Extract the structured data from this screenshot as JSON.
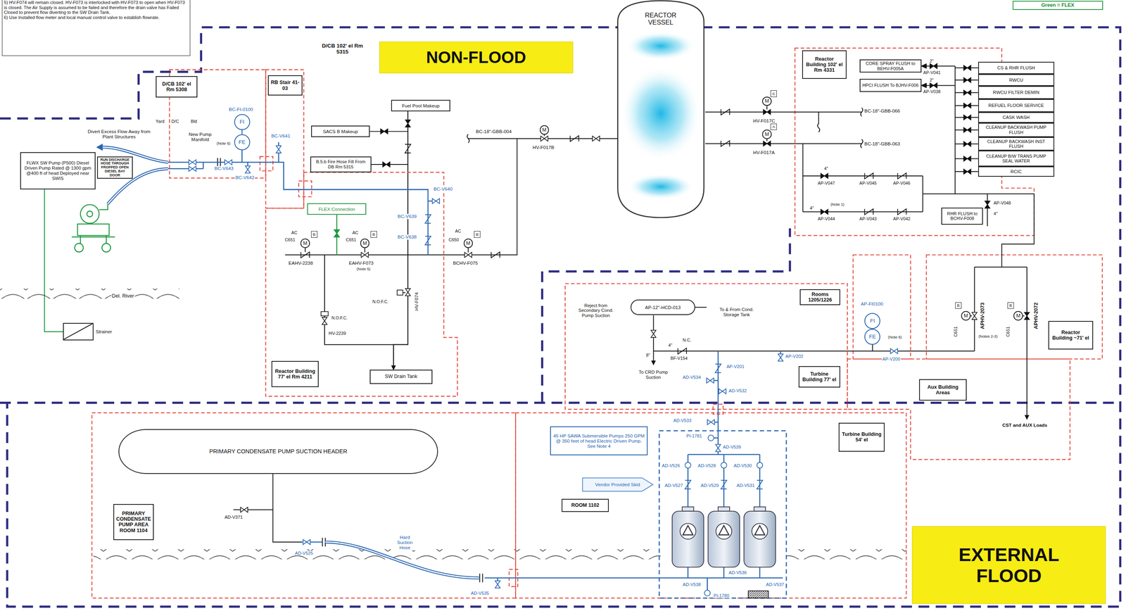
{
  "diagram": {
    "nodes": [
      {
        "text": [
          "5) HV-F074 will remain closed. HV-F073 is interlocked with HV-F073 to open when HV-F073 is closed. The Air Supply is assumed to be failed and therefore the drain valve has Failed Closed to prevent flow diverting to the SW Drain Tank.",
          "6) Use Installed flow meter and local manual control valve to establish flowrate."
        ]
      },
      {
        "text": [
          "Green = FLEX"
        ]
      },
      {
        "text": [
          "NON-FLOOD"
        ]
      },
      {
        "text": [
          "REACTOR VESSEL"
        ]
      },
      {
        "text": [
          "D/CB 102' el Rm 5308"
        ]
      },
      {
        "text": [
          "RB Stair 41-03"
        ]
      },
      {
        "text": [
          "Fuel Pool Makeup"
        ]
      },
      {
        "text": [
          "SACS B Makeup"
        ]
      },
      {
        "text": [
          "B.5.b Fire Hose Fill From DB Rm 5315"
        ]
      },
      {
        "text": [
          "FLEX Connection"
        ]
      },
      {
        "text": [
          "Reactor Building 77' el Rm 4211"
        ]
      },
      {
        "text": [
          "SW Drain Tank"
        ]
      },
      {
        "text": [
          "FLWX SW Pump (P500) Diesel Driven Pump Rated @ 1300 gpm @400 ft of head Deployed near SWIS"
        ]
      },
      {
        "text": [
          "RUN DISCHARGE HOSE THROUGH PROPPED OPEN DIESEL BAY DOOR"
        ]
      },
      {
        "text": [
          "Strainer"
        ]
      },
      {
        "text": [
          "FI"
        ]
      },
      {
        "text": [
          "FE"
        ]
      },
      {
        "text": [
          "M"
        ]
      },
      {
        "text": [
          "M"
        ]
      },
      {
        "text": [
          "B"
        ]
      },
      {
        "text": [
          "M"
        ]
      },
      {
        "text": [
          "B"
        ]
      },
      {
        "text": [
          "M"
        ]
      },
      {
        "text": [
          "B"
        ]
      },
      {
        "text": [
          "Reactor Building 102' el Rm 4331"
        ]
      },
      {
        "text": [
          "CORE SPRAY FLUSH to BEHV-F005A"
        ]
      },
      {
        "text": [
          "HPCI FLUSH To BJHV-F006"
        ]
      },
      {
        "text": [
          "M"
        ]
      },
      {
        "text": [
          "C"
        ]
      },
      {
        "text": [
          "M"
        ]
      },
      {
        "text": [
          "A"
        ]
      },
      {
        "text": [
          "RHR FLUSH to BCHV-F008"
        ]
      },
      {
        "text": [
          "CS & RHR FLUSH"
        ]
      },
      {
        "text": [
          "RWCU"
        ]
      },
      {
        "text": [
          "RWCU FILTER DEMIN"
        ]
      },
      {
        "text": [
          "REFUEL FLOOR SERVICE"
        ]
      },
      {
        "text": [
          "CASK WASH"
        ]
      },
      {
        "text": [
          "CLEANUP BACKWASH PUMP FLUSH"
        ]
      },
      {
        "text": [
          "CLEANUP BACKWASH INST FLUSH"
        ]
      },
      {
        "text": [
          "CLEANUP B/W TRANS PUMP SEAL WATER"
        ]
      },
      {
        "text": [
          "RCIC"
        ]
      },
      {
        "text": [
          "Rooms 1205/1226"
        ]
      },
      {
        "text": [
          "AP-12\"-HCD-013"
        ]
      },
      {
        "text": [
          "Turbine Building 77' el"
        ]
      },
      {
        "text": [
          "FI"
        ]
      },
      {
        "text": [
          "FE"
        ]
      },
      {
        "text": [
          "M"
        ]
      },
      {
        "text": [
          "B"
        ]
      },
      {
        "text": [
          "M"
        ]
      },
      {
        "text": [
          "B"
        ]
      },
      {
        "text": [
          "Reactor Building ~71' el"
        ]
      },
      {
        "text": [
          "Aux Building Areas"
        ]
      },
      {
        "text": [
          "EXTERNAL FLOOD"
        ]
      },
      {
        "text": [
          "PRIMARY CONDENSATE PUMP SUCTION HEADER"
        ]
      },
      {
        "text": [
          "PRIMARY CONDENSATE PUMP AREA ROOM 1104"
        ]
      },
      {
        "text": [
          "Turbine Building 54' el"
        ]
      },
      {
        "text": [
          "45 HP SAWA Submersible Pumps 250 GPM @ 350 feet of head Electric Driven Pump. See Note 4"
        ]
      },
      {
        "text": [
          "Vendor Provided Skid"
        ]
      },
      {
        "text": [
          "ROOM 1102"
        ]
      }
    ],
    "edges": [
      {
        "from": 14,
        "to": 12,
        "arrow": "none"
      },
      {
        "from": 15,
        "to": 16,
        "arrow": "none"
      },
      {
        "from": 44,
        "to": 45,
        "arrow": "none"
      },
      {
        "from": 6,
        "to": 11,
        "arrow": "to"
      }
    ],
    "labels": [
      "D/CB 102' el Rm 5315",
      "Yard",
      "D/C",
      "Bld",
      "Divert Excess Flow Away from Plant Structures",
      "New Pump Manifold",
      "(Note 6)",
      "BC-V643",
      "BC-V642",
      "BC-FI-0100",
      "BC-V641",
      "BC-V640",
      "BC-V639",
      "BC-V638",
      "Del. River",
      "AC",
      "C651",
      "EAHV-2238",
      "AC",
      "C651",
      "EAHV-F073",
      "(Note 5)",
      "AC",
      "C650",
      "BCHV-F075",
      "N.O.F.C.",
      "HV-2239",
      "N.O.F.C.",
      "HV-F074",
      "BC-18\"-GBB-004",
      "HV-F017B",
      "HV-F017C",
      "HV-F017A",
      "BC-18\"-GBB-066",
      "BC-18\"-GBB-063",
      "2\"",
      "AP-V041",
      "2\"",
      "AP-V038",
      "4\"",
      "AP-V047",
      "AP-V045",
      "AP-V046",
      "4\"",
      "(Note 1)",
      "AP-V044",
      "AP-V043",
      "AP-V042",
      "AP-V048",
      "4\"",
      "Reject from Secondary Cond. Pump Suction",
      "To & From Cond. Storage Tank",
      "4\"",
      "N.C.",
      "BF-V154",
      "8\"",
      "To CRD Pump Suction",
      "AP-V201",
      "AP-V202",
      "AD-V534",
      "AD-V532",
      "AD-V533",
      "PI-1781",
      "AD-V539",
      "AD-V526",
      "AD-V528",
      "AD-V530",
      "AD-V527",
      "AD-V529",
      "AD-V531",
      "AD-V536",
      "AD-V537",
      "AD-V538",
      "PI-1780",
      "AP-FI0100",
      "(Note 6)",
      "AP-V200",
      "C651",
      "APHV-2073",
      "(Notes 2-3)",
      "C651",
      "APHV-2072",
      "CST and AUX Loads",
      "AD-V371",
      "AD-V525",
      "Hard Suction Hose",
      "AD-V535"
    ]
  }
}
